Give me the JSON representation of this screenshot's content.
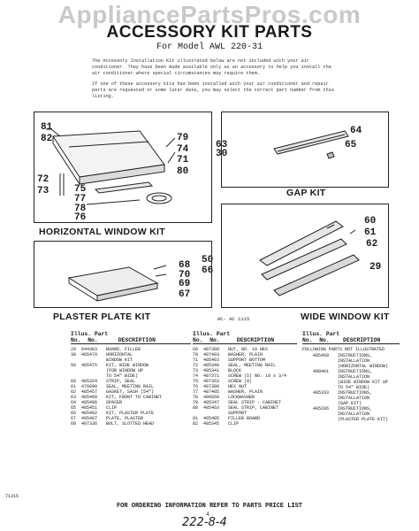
{
  "watermark": "AppliancePartsPros.com",
  "title": "ACCESSORY KIT PARTS",
  "subtitle": "For Model AWL 220-31",
  "intro": {
    "p1": "The Accessory Installation Kit illustrated below are not included with your air conditioner. They have been made available only as an accessory to help you install the air conditioner where special circumstances may require them.",
    "p2": "If one of these accessory kits has been installed with your air conditioner and repair parts are requested or some later date, you may select the correct part number from this listing."
  },
  "kits": {
    "horizontal": {
      "name": "HORIZONTAL WINDOW KIT",
      "callouts": [
        "81",
        "82",
        "72",
        "73",
        "75",
        "77",
        "78",
        "76",
        "79",
        "74",
        "71",
        "80"
      ]
    },
    "gap": {
      "name": "GAP KIT",
      "callouts": [
        "63",
        "30",
        "64",
        "65"
      ]
    },
    "plaster": {
      "name": "PLASTER PLATE KIT",
      "callouts": [
        "68",
        "70",
        "69",
        "67"
      ]
    },
    "wide": {
      "name": "WIDE WINDOW KIT",
      "callouts": [
        "50",
        "66",
        "60",
        "61",
        "62",
        "29"
      ]
    }
  },
  "figure_code": "AC- AC 1115",
  "table_headers": {
    "illus": "Illus.",
    "part": "Part",
    "no": "No.",
    "no2": "No.",
    "description": "DESCRIPTION"
  },
  "parts_col1": [
    {
      "illus": "29",
      "part": "644383",
      "desc": "BOARD, FILLER"
    },
    {
      "illus": "30",
      "part": "485479",
      "desc": "HORIZONTAL"
    },
    {
      "illus": "",
      "part": "",
      "desc": "WINDOW KIT"
    },
    {
      "illus": "50",
      "part": "485475",
      "desc": "KIT, WIDE WINDOW"
    },
    {
      "illus": "",
      "part": "",
      "desc": "(FOR WINDOW UP"
    },
    {
      "illus": "",
      "part": "",
      "desc": "TO 54\" WIDE)"
    },
    {
      "illus": "60",
      "part": "485324",
      "desc": "STRIP, SEAL"
    },
    {
      "illus": "61",
      "part": "476690",
      "desc": "SEAL, MEETING RAIL"
    },
    {
      "illus": "62",
      "part": "485457",
      "desc": "GASKET, SASH (54\")"
    },
    {
      "illus": "63",
      "part": "485460",
      "desc": "KIT, FRONT TO CABINET"
    },
    {
      "illus": "64",
      "part": "485486",
      "desc": "SPACER"
    },
    {
      "illus": "65",
      "part": "485451",
      "desc": "CLIP"
    },
    {
      "illus": "66",
      "part": "485482",
      "desc": "KIT, PLASTER PLATE"
    },
    {
      "illus": "67",
      "part": "485487",
      "desc": "PLATE, PLASTER"
    },
    {
      "illus": "68",
      "part": "487336",
      "desc": "BOLT, SLOTTED HEAD"
    }
  ],
  "parts_col2": [
    {
      "illus": "69",
      "part": "487389",
      "desc": "NUT, NO. 10 HEX"
    },
    {
      "illus": "70",
      "part": "487403",
      "desc": "WASHER, PLAIN"
    },
    {
      "illus": "71",
      "part": "485483",
      "desc": "SUPPORT BOTTOM"
    },
    {
      "illus": "72",
      "part": "485340",
      "desc": "SEAL, MEETING RAIL"
    },
    {
      "illus": "73",
      "part": "485341",
      "desc": "BLOCK"
    },
    {
      "illus": "74",
      "part": "487371",
      "desc": "SCREW (5) NO. 10 x 3/4"
    },
    {
      "illus": "75",
      "part": "487363",
      "desc": "SCREW (8)"
    },
    {
      "illus": "76",
      "part": "487389",
      "desc": "HEX NUT"
    },
    {
      "illus": "77",
      "part": "487405",
      "desc": "WASHER, PLAIN"
    },
    {
      "illus": "78",
      "part": "486669",
      "desc": "LOCKWASHER"
    },
    {
      "illus": "79",
      "part": "485347",
      "desc": "SEAL STRIP - CABINET"
    },
    {
      "illus": "80",
      "part": "485463",
      "desc": "SEAL STRIP, CABINET"
    },
    {
      "illus": "",
      "part": "",
      "desc": "SUPPORT"
    },
    {
      "illus": "81",
      "part": "485485",
      "desc": "FILLER BOARD"
    },
    {
      "illus": "82",
      "part": "485345",
      "desc": "CLIP"
    }
  ],
  "parts_col3_title": "FOLLOWING PARTS NOT ILLUSTRATED",
  "parts_col3": [
    {
      "illus": "",
      "part": "485469",
      "desc": "INSTRUCTIONS,"
    },
    {
      "illus": "",
      "part": "",
      "desc": "INSTALLATION"
    },
    {
      "illus": "",
      "part": "",
      "desc": "(HORIZONTAL WINDOW)"
    },
    {
      "illus": "",
      "part": "499401",
      "desc": "INSTRUCTIONS,"
    },
    {
      "illus": "",
      "part": "",
      "desc": "INSTALLATION"
    },
    {
      "illus": "",
      "part": "",
      "desc": "(WIDE WINDOW KIT UP"
    },
    {
      "illus": "",
      "part": "",
      "desc": "TO 54\" WIDE)"
    },
    {
      "illus": "",
      "part": "485333",
      "desc": "INSTRUCTIONS,"
    },
    {
      "illus": "",
      "part": "",
      "desc": "INSTALLATION"
    },
    {
      "illus": "",
      "part": "",
      "desc": "(GAP KIT)"
    },
    {
      "illus": "",
      "part": "485286",
      "desc": "INSTRUCTIONS,"
    },
    {
      "illus": "",
      "part": "",
      "desc": "INSTALLATION"
    },
    {
      "illus": "",
      "part": "",
      "desc": "(PLASTER PLATE KIT)"
    }
  ],
  "footer": "FOR ORDERING INFORMATION REFER TO PARTS PRICE LIST",
  "page_number": "4",
  "doc_number": "222-8-4",
  "corner_code": "71315"
}
